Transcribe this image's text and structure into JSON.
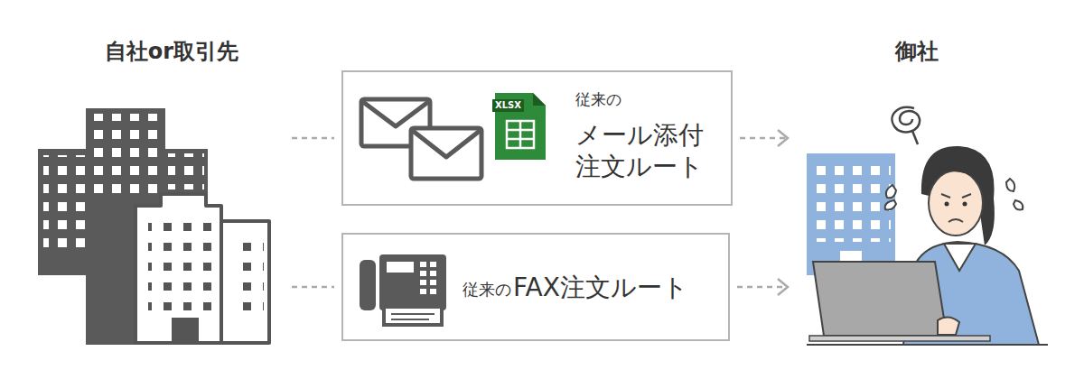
{
  "diagram": {
    "nodes": [
      {
        "text": [
          "自社or取引先"
        ]
      },
      {
        "text": [
          "従来の",
          "メール添付 注文ルート"
        ]
      },
      {
        "text": [
          "従来の",
          "FAX注文ルート"
        ]
      },
      {
        "text": [
          "御社"
        ]
      }
    ],
    "edges": [
      {
        "from": 0,
        "to": 1,
        "arrow": "none"
      },
      {
        "from": 1,
        "to": 3,
        "arrow": "to"
      },
      {
        "from": 0,
        "to": 2,
        "arrow": "none"
      },
      {
        "from": 2,
        "to": 3,
        "arrow": "to"
      }
    ],
    "labels": [
      "XLSX"
    ]
  }
}
